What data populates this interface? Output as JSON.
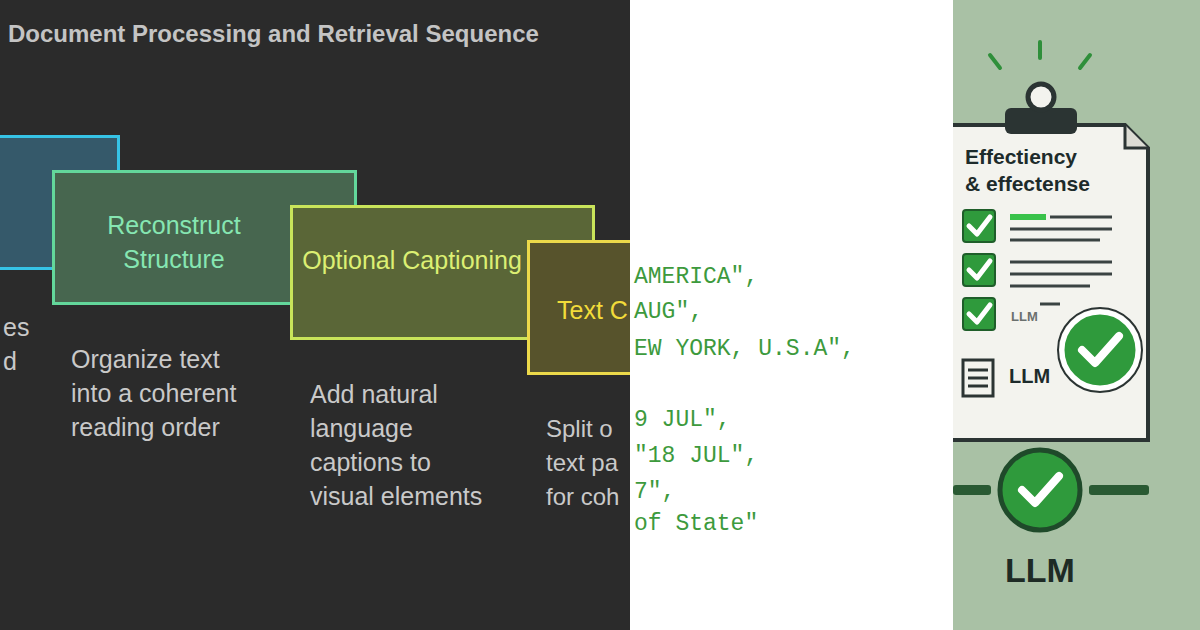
{
  "diagram": {
    "title": "Document Processing and Retrieval Sequence",
    "nodes": [
      {
        "text": [
          "es d"
        ]
      },
      {
        "text": [
          "Reconstruct Structure",
          "Organize text into a coherent reading order"
        ]
      },
      {
        "text": [
          "Optional Captioning",
          "Add natural language captions to visual elements"
        ]
      },
      {
        "text": [
          "Text C",
          "Split o text pa for coh"
        ]
      }
    ],
    "labels": [
      "AMERICA\",",
      "AUG\",",
      "EW YORK, U.S.A\",",
      "9 JUL\",",
      "\"18 JUL\",",
      "7\",",
      "of State\"",
      "Effectiency",
      "& effectense",
      "LLM",
      "LLM",
      "LLM"
    ]
  }
}
